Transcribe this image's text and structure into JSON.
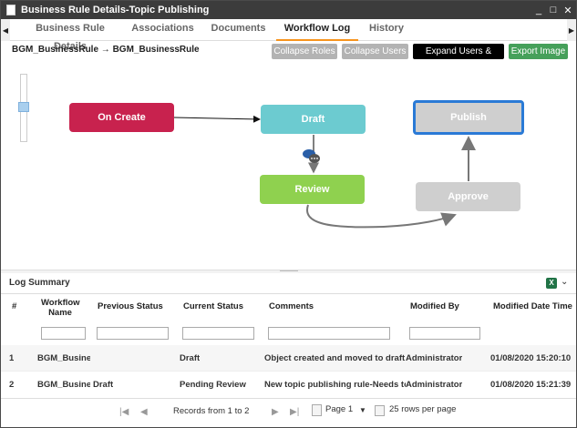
{
  "window": {
    "title": "Business Rule Details-Topic Publishing",
    "minimize": "_",
    "maximize": "□",
    "close": "✕"
  },
  "tabs": [
    {
      "label": "Business Rule Details"
    },
    {
      "label": "Associations"
    },
    {
      "label": "Documents"
    },
    {
      "label": "Workflow Log"
    },
    {
      "label": "History"
    }
  ],
  "tab_arrows": {
    "left": "◀",
    "right": "▶"
  },
  "breadcrumb": "BGM_BusinessRule → BGM_BusinessRule",
  "toolbar": {
    "collapse_roles": "Collapse Roles",
    "collapse_users": "Collapse Users",
    "expand_users_roles": "Expand Users & Roles",
    "export_image": "Export Image"
  },
  "diagram": {
    "nodes": {
      "on_create": {
        "label": "On Create",
        "color": "#c8224e"
      },
      "draft": {
        "label": "Draft",
        "color": "#6ccbd0"
      },
      "publish": {
        "label": "Publish",
        "color": "#cfcfcf",
        "border": "#2a7ad6"
      },
      "review": {
        "label": "Review",
        "color": "#8fd14f"
      },
      "approve": {
        "label": "Approve",
        "color": "#cfcfcf"
      }
    },
    "comment_icon": "comments-icon"
  },
  "log": {
    "title": "Log Summary",
    "export_icon": "X",
    "chevron": "⌄",
    "columns": {
      "num": "#",
      "workflow_name_1": "Workflow",
      "workflow_name_2": "Name",
      "previous_status": "Previous Status",
      "current_status": "Current Status",
      "comments": "Comments",
      "modified_by": "Modified By",
      "modified_date": "Modified Date Time"
    },
    "rows": [
      {
        "num": "1",
        "workflow_name": "BGM_Busines",
        "previous_status": "",
        "current_status": "Draft",
        "comments": "Object created and moved to draft",
        "modified_by": "Administrator",
        "modified_date": "01/08/2020 15:20:10"
      },
      {
        "num": "2",
        "workflow_name": "BGM_Busines",
        "previous_status": "Draft",
        "current_status": "Pending Review",
        "comments": "New topic publishing rule-Needs to be",
        "modified_by": "Administrator",
        "modified_date": "01/08/2020 15:21:39"
      }
    ]
  },
  "pager": {
    "first": "|◀",
    "prev": "◀",
    "records": "Records from 1 to 2",
    "next": "▶",
    "last": "▶|",
    "page_label": "Page 1",
    "page_chevron": "▼",
    "rows_per_page": "25 rows per page"
  }
}
